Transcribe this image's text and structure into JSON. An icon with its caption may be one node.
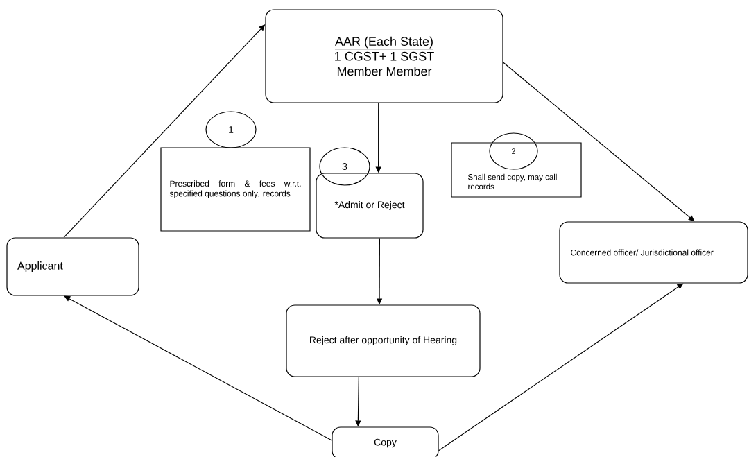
{
  "diagram": {
    "nodes": [
      {
        "text": [
          "AAR (Each State)",
          "1 CGST+ 1 SGST",
          "Member  Member"
        ]
      },
      {
        "text": [
          "1"
        ]
      },
      {
        "text": [
          "Prescribed form & fees w.r.t. specified questions only. records"
        ]
      },
      {
        "text": [
          "3"
        ]
      },
      {
        "text": [
          "*Admit or Reject"
        ]
      },
      {
        "text": [
          "Shall send copy, may call records"
        ]
      },
      {
        "text": [
          "2"
        ]
      },
      {
        "text": [
          "Applicant"
        ]
      },
      {
        "text": [
          "Concerned officer/ Jurisdictional officer"
        ]
      },
      {
        "text": [
          "Reject after opportunity of Hearing"
        ]
      },
      {
        "text": [
          "Copy"
        ]
      }
    ],
    "edges": [
      {
        "from": 7,
        "to": 0,
        "arrow": "to"
      },
      {
        "from": 0,
        "to": 4,
        "arrow": "to"
      },
      {
        "from": 0,
        "to": 8,
        "arrow": "to"
      },
      {
        "from": 4,
        "to": 9,
        "arrow": "to"
      },
      {
        "from": 9,
        "to": 10,
        "arrow": "to"
      },
      {
        "from": 10,
        "to": 7,
        "arrow": "to"
      },
      {
        "from": 10,
        "to": 8,
        "arrow": "to"
      }
    ]
  }
}
